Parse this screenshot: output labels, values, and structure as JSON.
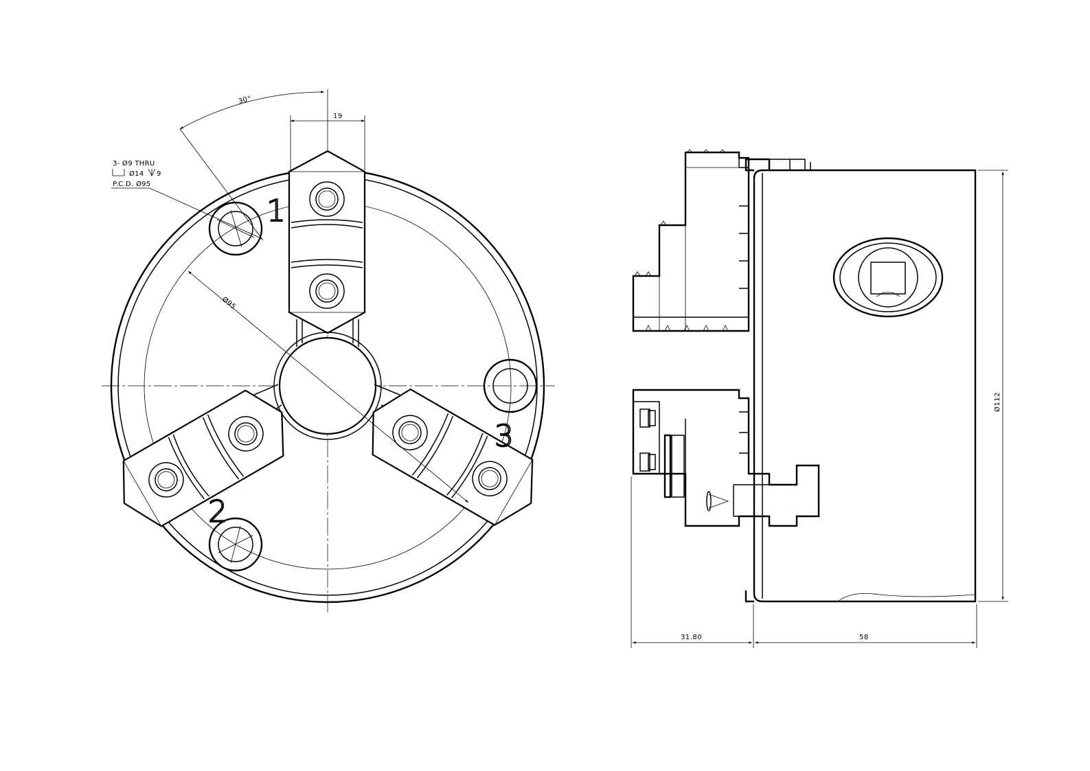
{
  "front_view": {
    "angle_dim": "30°",
    "jaw_width_dim": "19",
    "pcd_dim": "Ø95",
    "hole_callout": {
      "line1": "3- Ø9 THRU",
      "line2": "Ø14",
      "line2_depth": "9",
      "line3": "P.C.D. Ø95"
    },
    "jaw_labels": [
      "1",
      "2",
      "3"
    ]
  },
  "side_view": {
    "diameter_dim": "Ø112",
    "jaw_protrusion_dim": "31.80",
    "body_length_dim": "58"
  }
}
